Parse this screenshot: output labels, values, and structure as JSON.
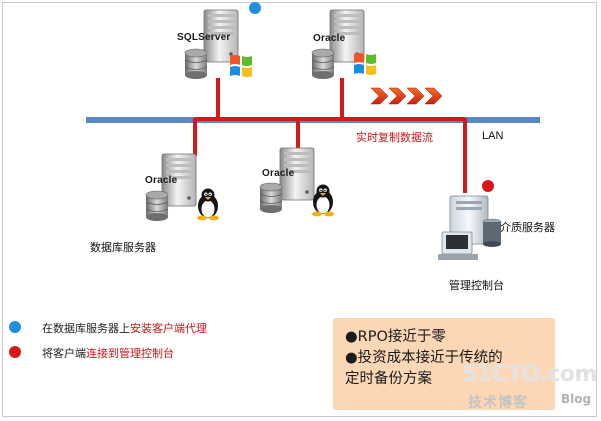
{
  "servers": {
    "sqlserver": {
      "name": "SQLServer",
      "os": "windows"
    },
    "oracle_windows": {
      "name": "Oracle",
      "os": "windows"
    },
    "oracle_linux_1": {
      "name": "Oracle",
      "os": "linux"
    },
    "oracle_linux_2": {
      "name": "Oracle",
      "os": "linux"
    }
  },
  "group_label": "数据库服务器",
  "network": {
    "lan_label": "LAN",
    "stream_label": "实时复制数据流"
  },
  "media_server_label": "介质服务器",
  "console_label": "管理控制台",
  "legend": [
    {
      "dot_color": "#1f8fe0",
      "text_plain": "在数据库服务器上",
      "text_highlight": "安装客户端代理"
    },
    {
      "dot_color": "#d81818",
      "text_plain": "将客户端",
      "text_highlight": "连接到管理控制台"
    }
  ],
  "summary": {
    "line1": "●RPO接近于零",
    "line2": "●投资成本接近于传统的",
    "line3": "定时备份方案"
  },
  "watermark": {
    "main": "51CTO.com",
    "sub": "技术博客",
    "blog": "Blog"
  },
  "colors": {
    "lan": "#5a88c4",
    "wire": "#d11a1a",
    "summary_bg": "#fbd7b6"
  }
}
